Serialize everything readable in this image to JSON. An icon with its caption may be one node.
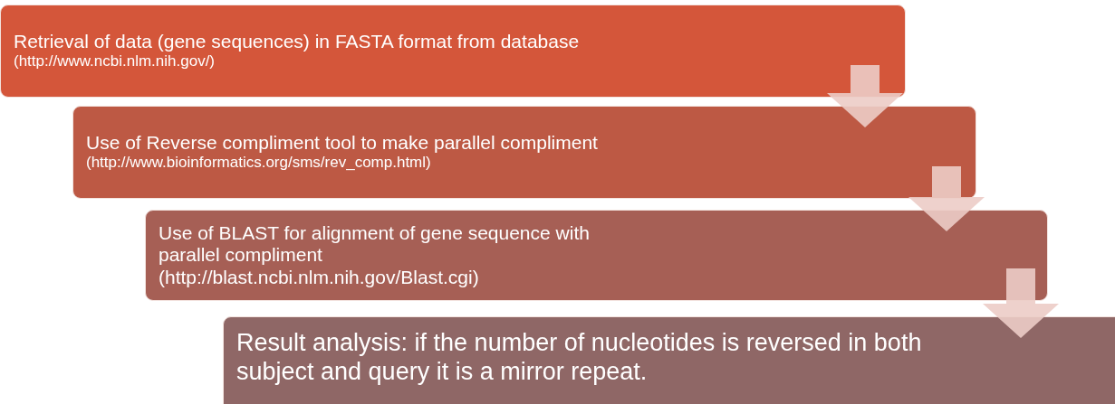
{
  "diagram": {
    "nodes": [
      {
        "text": [
          "Retrieval of data (gene sequences) in FASTA format from database",
          "(http://www.ncbi.nlm.nih.gov/)"
        ]
      },
      {
        "text": [
          "Use of Reverse compliment tool to make parallel compliment",
          "(http://www.bioinformatics.org/sms/rev_comp.html)"
        ]
      },
      {
        "text": [
          "Use of BLAST for alignment of gene sequence with parallel compliment (http://blast.ncbi.nlm.nih.gov/Blast.cgi)"
        ]
      },
      {
        "text": [
          "Result analysis: if the number of nucleotides is reversed in both subject and query it is a mirror repeat."
        ]
      }
    ],
    "edges": [
      {
        "from": 0,
        "to": 1,
        "arrow": "to"
      },
      {
        "from": 1,
        "to": 2,
        "arrow": "to"
      },
      {
        "from": 2,
        "to": 3,
        "arrow": "to"
      }
    ]
  }
}
